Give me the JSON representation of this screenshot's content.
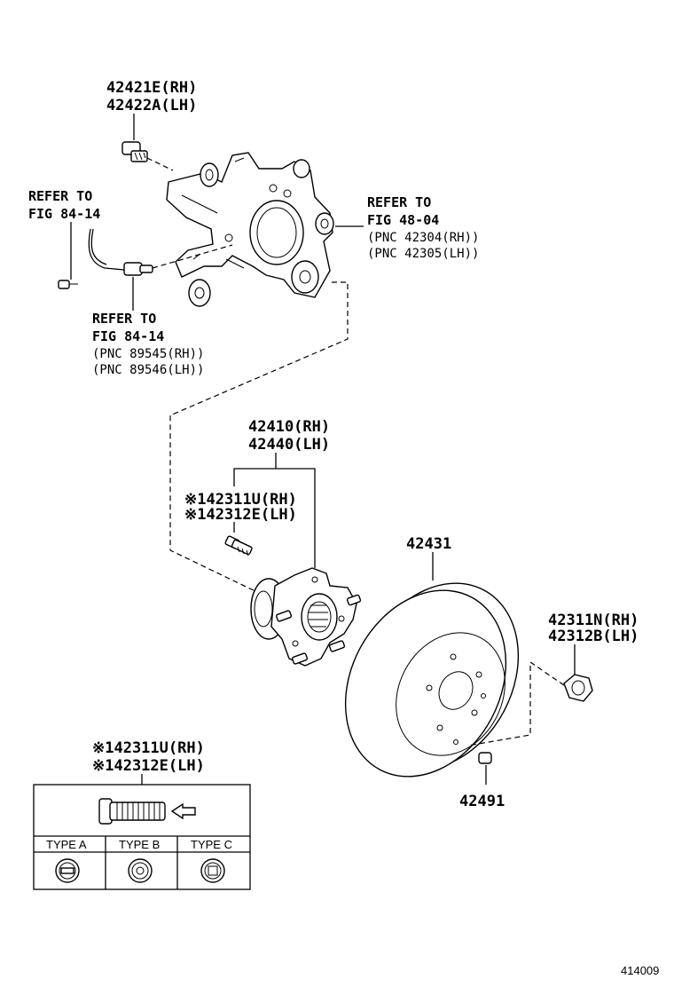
{
  "labels": {
    "bolt_rh": "42421E(RH)",
    "bolt_lh": "42422A(LH)",
    "refer_to": "REFER TO",
    "fig_84_14": "FIG 84-14",
    "fig_48_04": "FIG 48-04",
    "pnc_42304": "(PNC 42304(RH))",
    "pnc_42305": "(PNC 42305(LH))",
    "pnc_89545": "(PNC 89545(RH))",
    "pnc_89546": "(PNC 89546(LH))",
    "hub_rh": "42410(RH)",
    "hub_lh": "42440(LH)",
    "stud_rh": "※142311U(RH)",
    "stud_lh": "※142312E(LH)",
    "disc": "42431",
    "nut_rh": "42311N(RH)",
    "nut_lh": "42312B(LH)",
    "plug": "42491",
    "figure_number": "414009"
  },
  "stud_types": {
    "header_rh": "※142311U(RH)",
    "header_lh": "※142312E(LH)",
    "types": [
      "TYPE A",
      "TYPE B",
      "TYPE C"
    ]
  }
}
